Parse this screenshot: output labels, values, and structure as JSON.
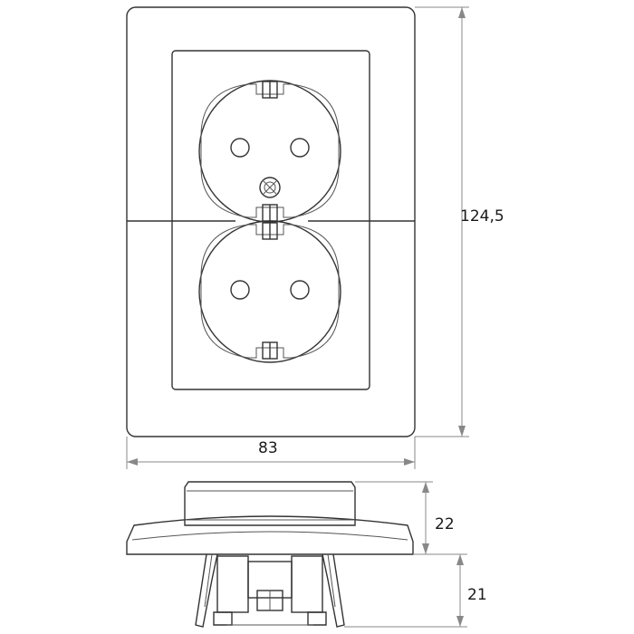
{
  "dimensions": {
    "height": "124,5",
    "width": "83",
    "depth_front": "22",
    "depth_back": "21"
  },
  "icons": {
    "front_view": "double-socket-front-view",
    "side_view": "double-socket-side-view"
  },
  "colors": {
    "line": "#333333",
    "dimension_line": "#888888",
    "background": "#ffffff"
  }
}
